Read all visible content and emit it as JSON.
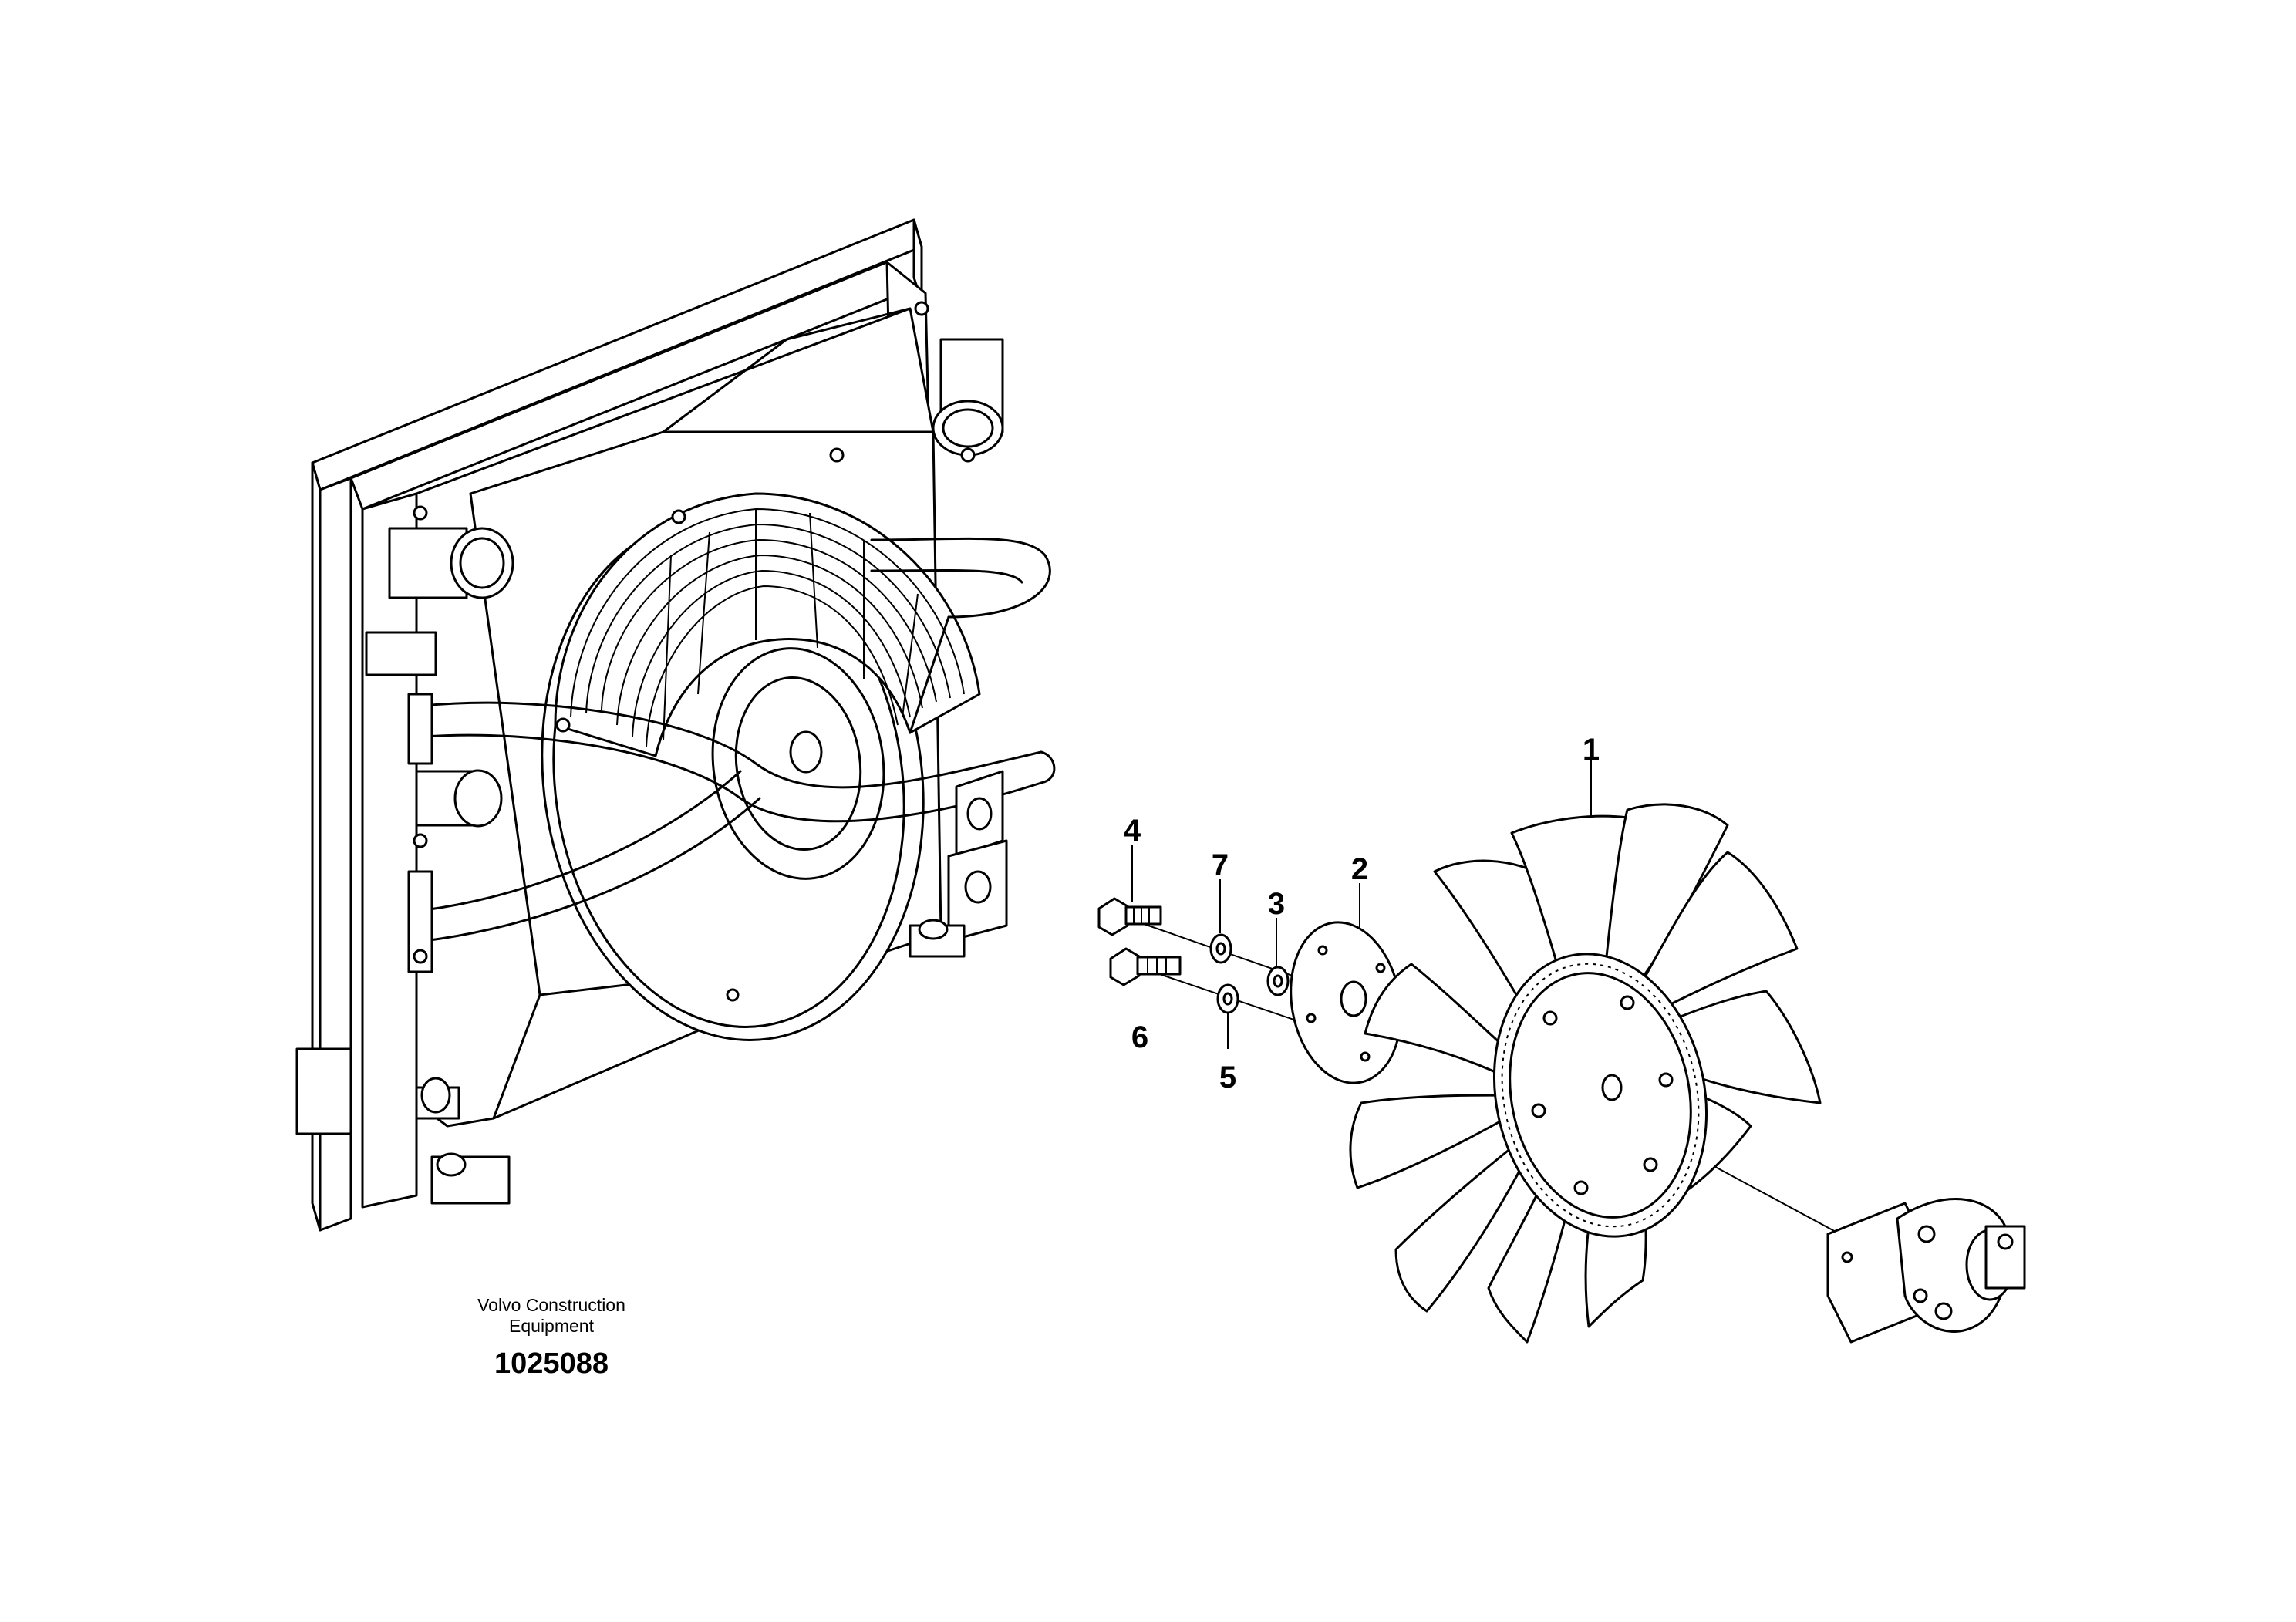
{
  "callouts": [
    {
      "id": "1",
      "label": "1"
    },
    {
      "id": "2",
      "label": "2"
    },
    {
      "id": "3",
      "label": "3"
    },
    {
      "id": "4",
      "label": "4"
    },
    {
      "id": "5",
      "label": "5"
    },
    {
      "id": "6",
      "label": "6"
    },
    {
      "id": "7",
      "label": "7"
    }
  ],
  "caption": {
    "line1": "Volvo Construction",
    "line2": "Equipment",
    "catalog_number": "1025088"
  }
}
